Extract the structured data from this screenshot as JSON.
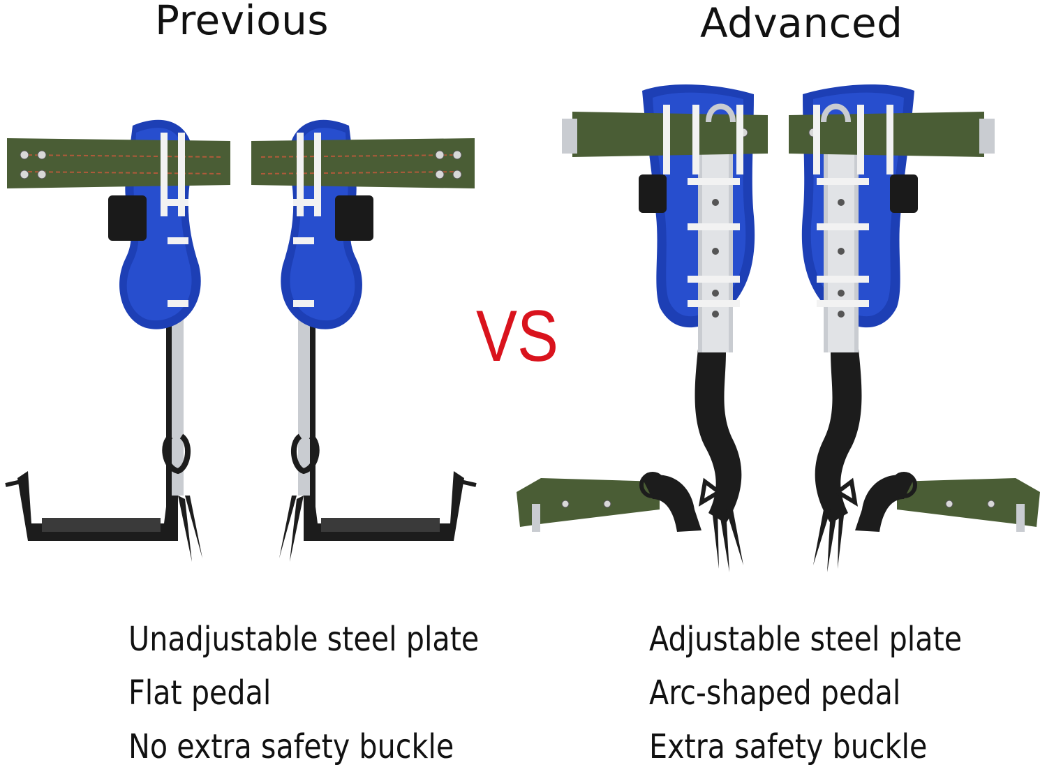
{
  "left": {
    "heading": "Previous",
    "features": [
      "Unadjustable steel plate",
      "Flat pedal",
      "No extra safety buckle"
    ]
  },
  "right": {
    "heading": "Advanced",
    "features": [
      "Adjustable steel plate",
      "Arc-shaped pedal",
      "Extra safety buckle"
    ]
  },
  "vs_label": "VS",
  "colors": {
    "text": "#111111",
    "vs": "#d9131d",
    "shin_guard": "#1d3fb5",
    "strap": "#4a5d35",
    "steel": "#c9ccd1",
    "black_metal": "#1c1c1c"
  },
  "icons": {
    "left_product": "tree-climbing-spikes-flat-pedal",
    "right_product": "tree-climbing-spikes-arc-pedal"
  }
}
